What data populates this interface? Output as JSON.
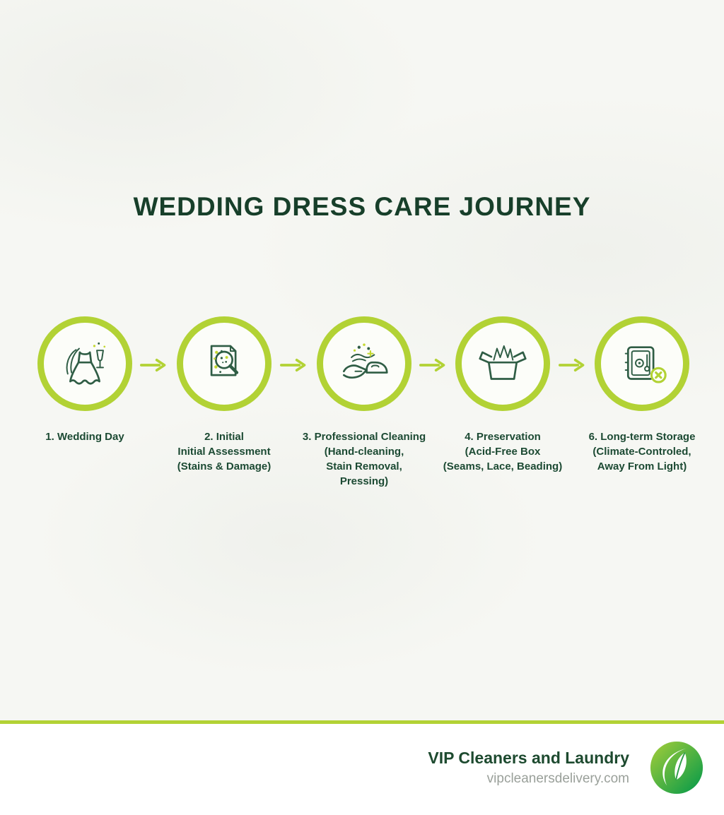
{
  "title": "WEDDING DRESS CARE JOURNEY",
  "colors": {
    "accent_lime": "#b2d235",
    "dark_green": "#173f2a",
    "icon_green": "#2f5d45",
    "footer_gray": "#9aa09a"
  },
  "steps": [
    {
      "id": 1,
      "icon": "wedding-dress-icon",
      "label": "1.  Wedding Day"
    },
    {
      "id": 2,
      "icon": "assessment-document-magnifier-icon",
      "label": "2. Initial\nInitial Assessment\n(Stains & Damage)"
    },
    {
      "id": 3,
      "icon": "hand-cleaning-iron-icon",
      "label": "3. Professional Cleaning\n(Hand-cleaning,\nStain Removal,\nPressing)"
    },
    {
      "id": 4,
      "icon": "preservation-box-icon",
      "label": "4. Preservation\n(Acid-Free Box\n(Seams, Lace, Beading)"
    },
    {
      "id": 5,
      "icon": "storage-cabinet-icon",
      "label": "6. Long-term Storage\n(Climate-Controled,\nAway From Light)"
    }
  ],
  "arrow_icon": "right-arrow-icon",
  "footer": {
    "brand": "VIP Cleaners and Laundry",
    "website": "vipcleanersdelivery.com",
    "logo": "leaf-logo"
  }
}
